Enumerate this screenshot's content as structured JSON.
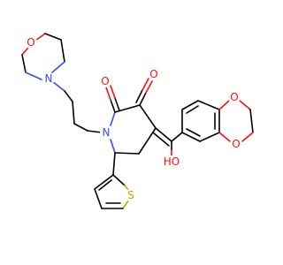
{
  "colors": {
    "background": "#ffffff",
    "bond": "#000000",
    "oxygen": "#ff0d0d",
    "nitrogen": "#3050f8",
    "sulfur": "#c8a000"
  },
  "labels": {
    "morpholine_oxygen": "O",
    "morpholine_nitrogen": "N",
    "lactam_nitrogen": "N",
    "lactam_carbonyl_oxygen": "O",
    "ketone_oxygen": "O",
    "hydroxyl": "HO",
    "dioxane_oxygen_top": "O",
    "dioxane_oxygen_bottom": "O",
    "thiophene_sulfur": "S"
  }
}
